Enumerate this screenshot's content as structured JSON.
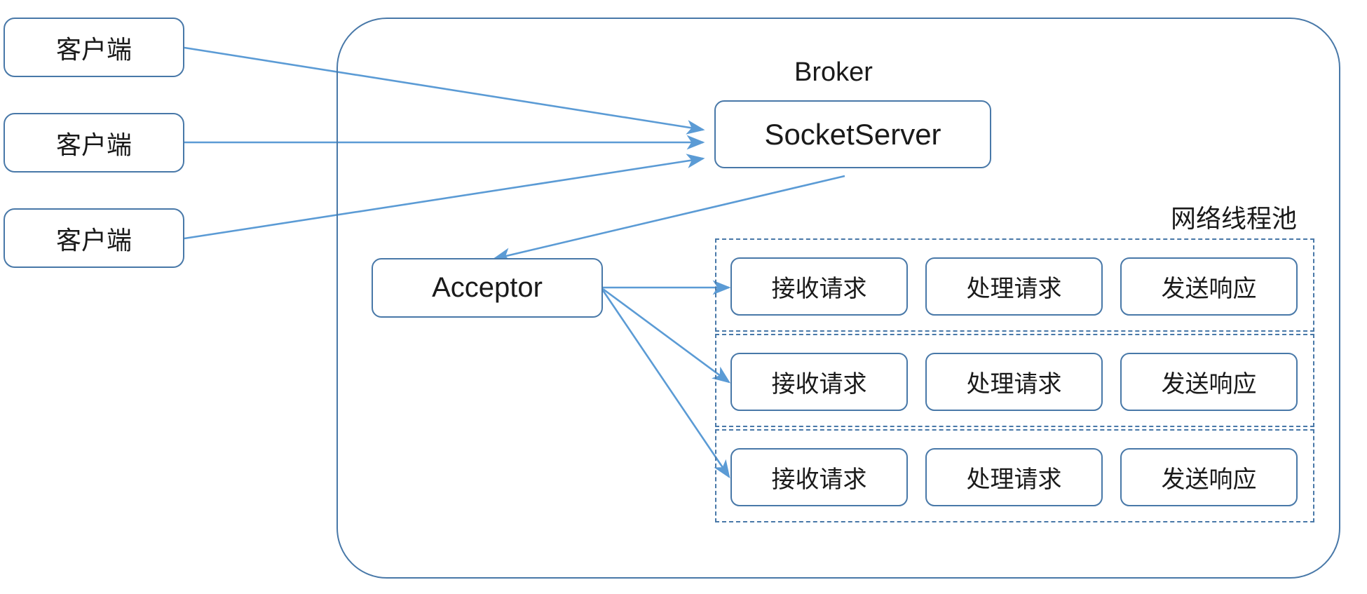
{
  "diagram": {
    "title": "Kafka Broker SocketServer network thread pool architecture",
    "accent_color": "#4878a8",
    "arrow_color": "#5b9bd5",
    "text_color": "#1a1a1a",
    "background_color": "#ffffff"
  },
  "clients": [
    {
      "label": "客户端"
    },
    {
      "label": "客户端"
    },
    {
      "label": "客户端"
    }
  ],
  "broker": {
    "title": "Broker",
    "socket_server": {
      "label": "SocketServer"
    },
    "acceptor": {
      "label": "Acceptor"
    },
    "thread_pool": {
      "title": "网络线程池",
      "rows": [
        {
          "tasks": [
            {
              "label": "接收请求"
            },
            {
              "label": "处理请求"
            },
            {
              "label": "发送响应"
            }
          ]
        },
        {
          "tasks": [
            {
              "label": "接收请求"
            },
            {
              "label": "处理请求"
            },
            {
              "label": "发送响应"
            }
          ]
        },
        {
          "tasks": [
            {
              "label": "接收请求"
            },
            {
              "label": "处理请求"
            },
            {
              "label": "发送响应"
            }
          ]
        }
      ]
    }
  }
}
